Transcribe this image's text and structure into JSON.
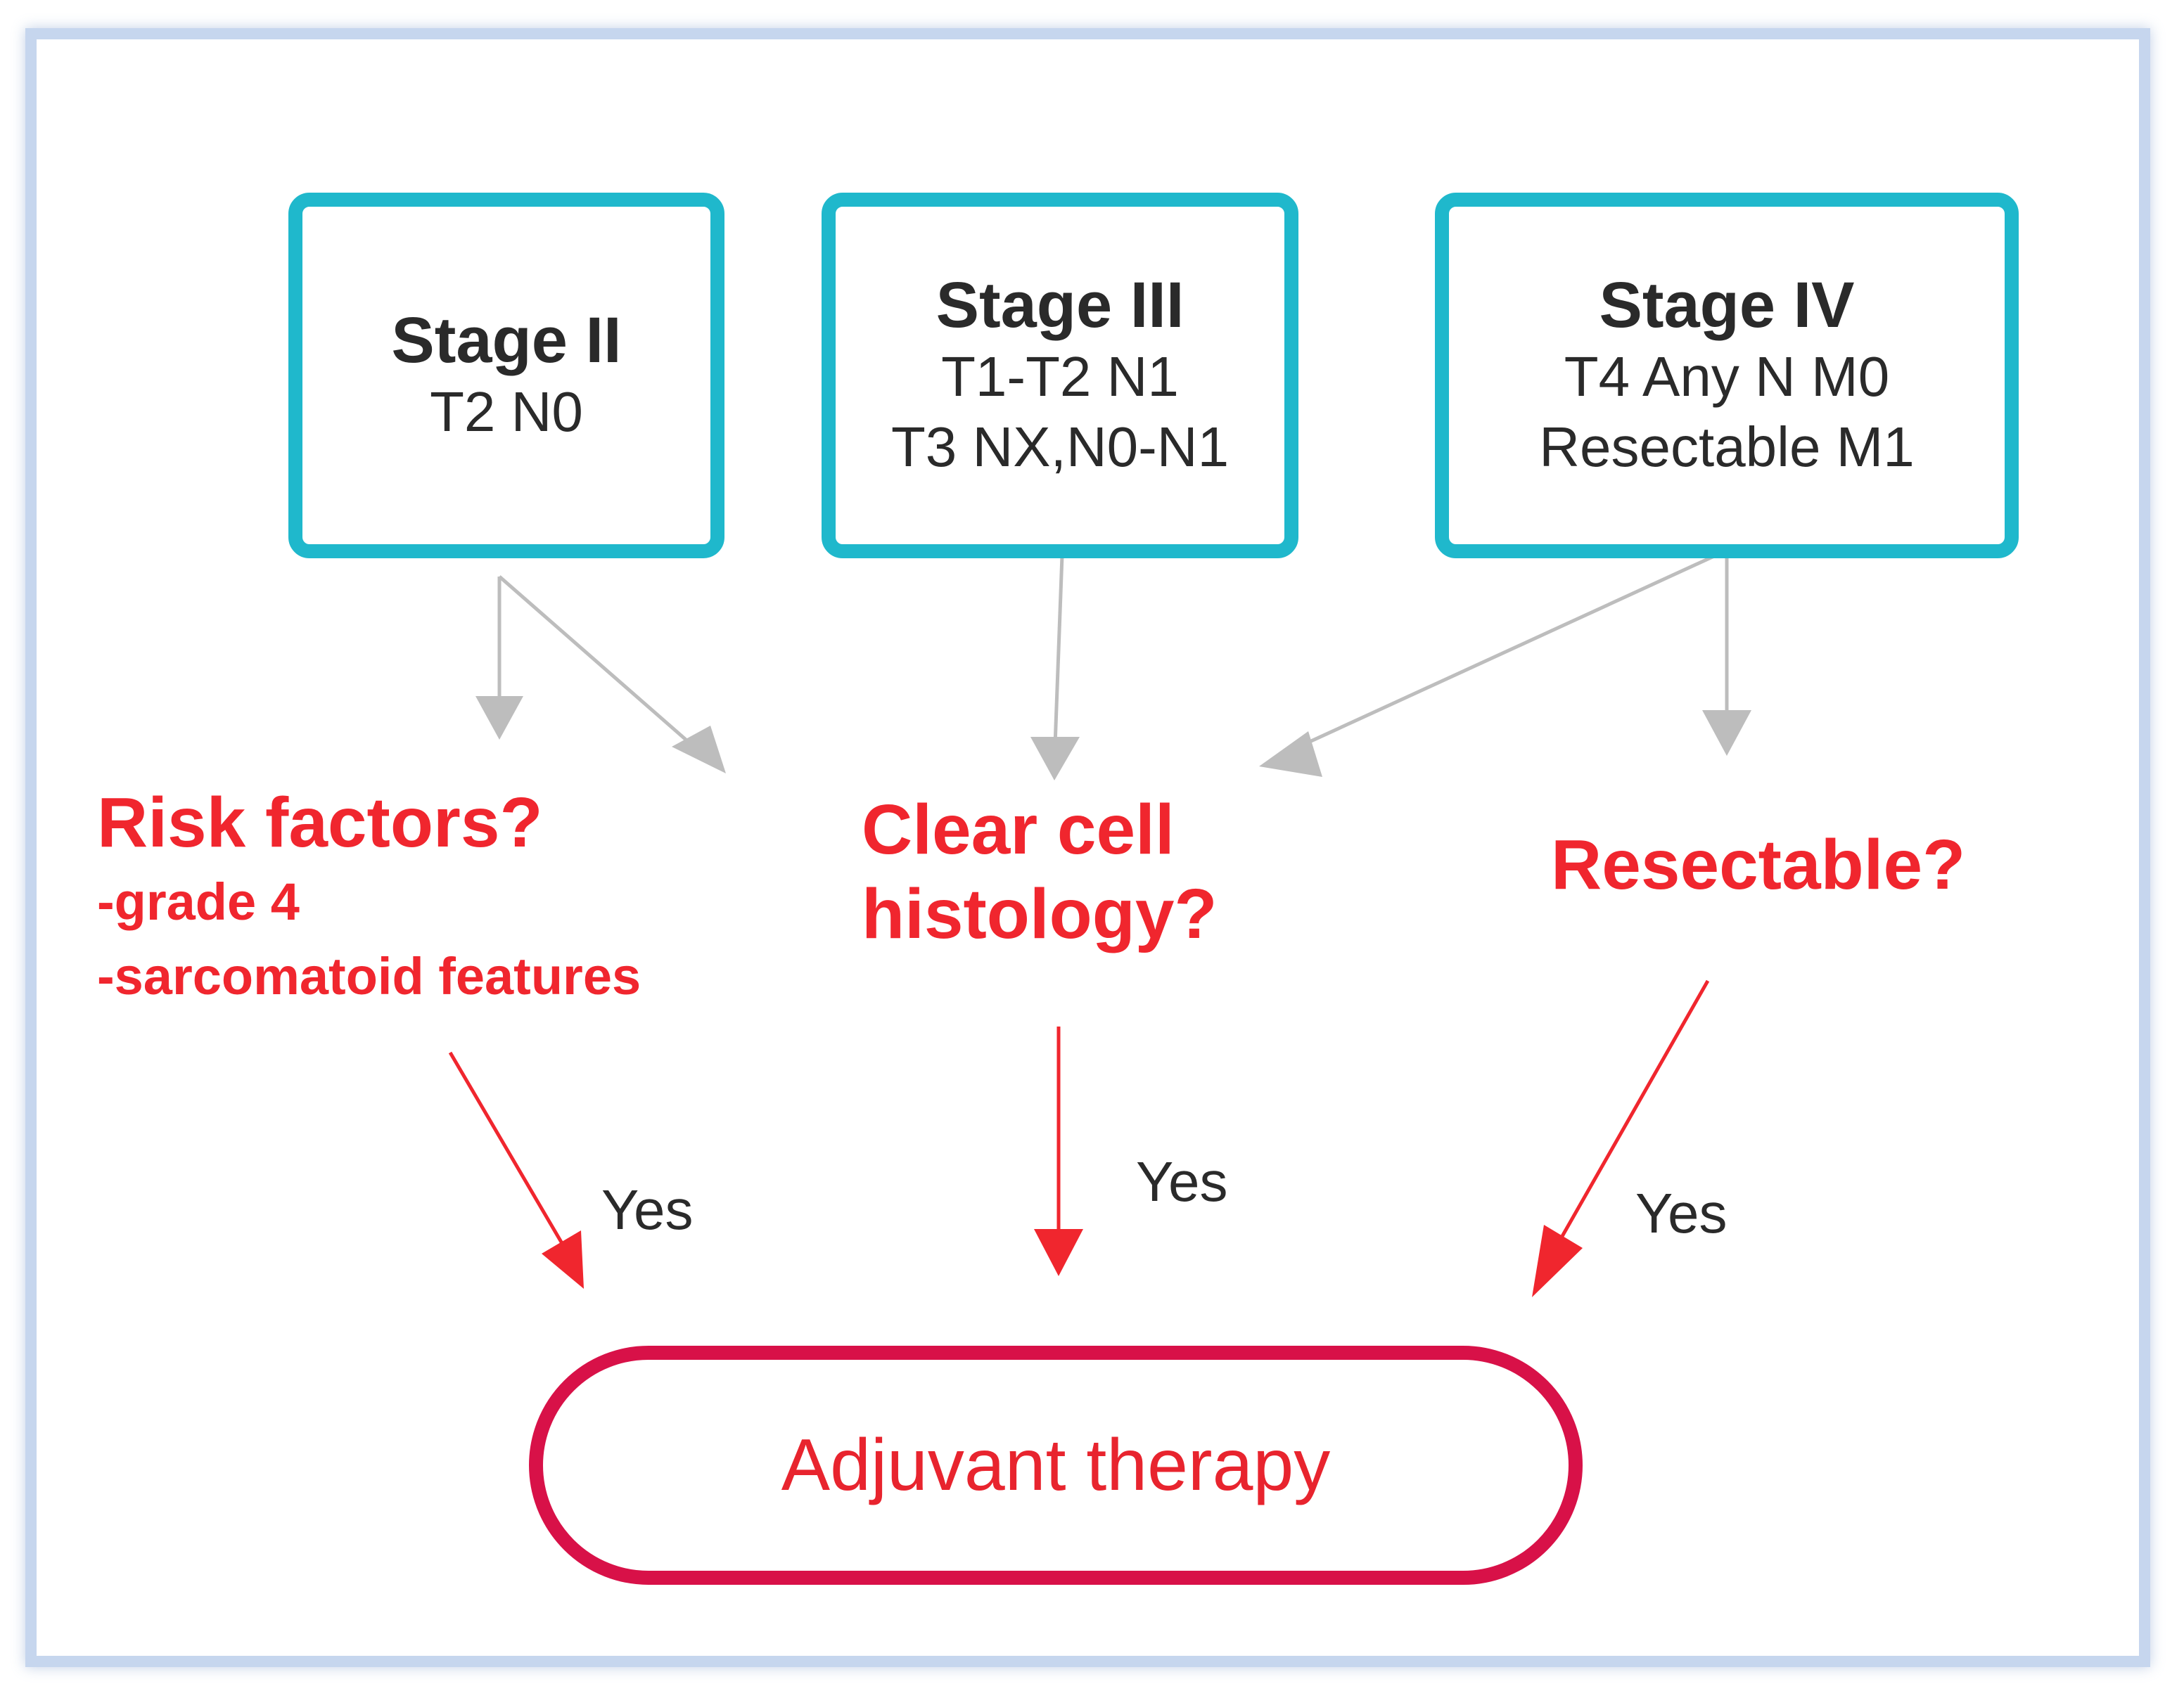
{
  "stages": [
    {
      "title": "Stage II",
      "lines": [
        "T2 N0"
      ]
    },
    {
      "title": "Stage III",
      "lines": [
        "T1-T2 N1",
        "T3 NX,N0-N1"
      ]
    },
    {
      "title": "Stage IV",
      "lines": [
        "T4 Any N M0",
        "Resectable M1"
      ]
    }
  ],
  "questions": {
    "risk": {
      "title": "Risk factors?",
      "items": [
        "-grade 4",
        "-sarcomatoid features"
      ]
    },
    "histology": {
      "lines": [
        "Clear cell",
        "histology?"
      ]
    },
    "resectable": {
      "title": "Resectable?"
    }
  },
  "yes_labels": [
    "Yes",
    "Yes",
    "Yes"
  ],
  "outcome": {
    "label": "Adjuvant therapy"
  },
  "colors": {
    "stage_border": "#1fb8cc",
    "question_text": "#f0262e",
    "outcome_border": "#d81148",
    "gray_arrow": "#bdbdbd",
    "red_arrow": "#f0262e",
    "frame": "#c6d6ee"
  }
}
